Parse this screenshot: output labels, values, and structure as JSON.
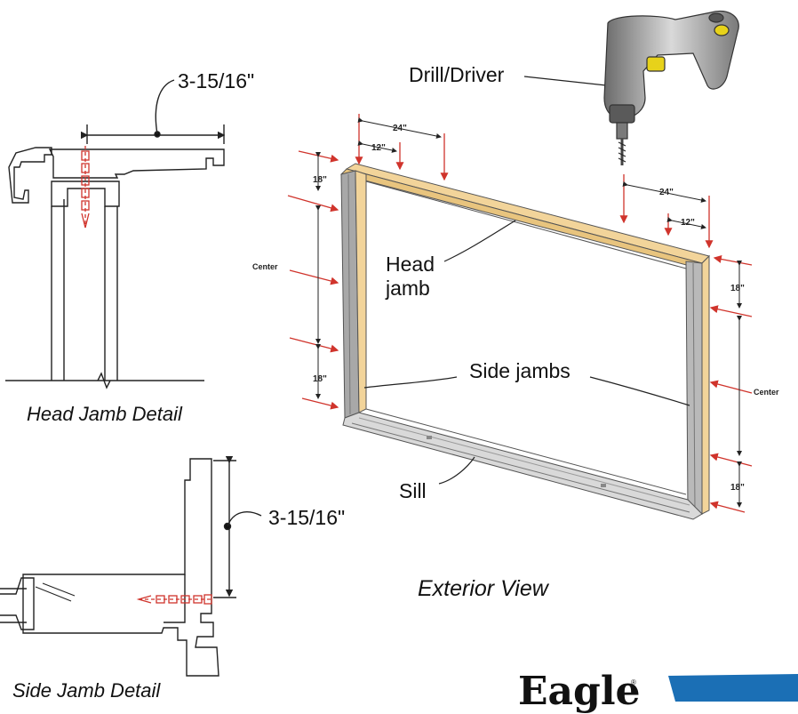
{
  "labels": {
    "head_dim": "3-15/16\"",
    "side_dim": "3-15/16\"",
    "drill": "Drill/Driver",
    "head_jamb": "Head\njamb",
    "side_jambs": "Side jambs",
    "sill": "Sill",
    "head_detail": "Head Jamb Detail",
    "side_detail": "Side Jamb Detail",
    "exterior_view": "Exterior View",
    "brand": "Eagle",
    "reg_mark": "®"
  },
  "dims": {
    "top_24": "24\"",
    "top_12": "12\"",
    "right_24": "24\"",
    "right_12": "12\"",
    "left_18_top": "18\"",
    "left_center": "Center",
    "left_18_bottom": "18\"",
    "right_18_top": "18\"",
    "right_center": "Center",
    "right_18_bottom": "18\""
  },
  "colors": {
    "screw": "#d0342c",
    "arrow": "#d0342c",
    "wood": "#f2d49a",
    "frame": "#9a9a9a",
    "brand_blue": "#1b6fb5"
  }
}
